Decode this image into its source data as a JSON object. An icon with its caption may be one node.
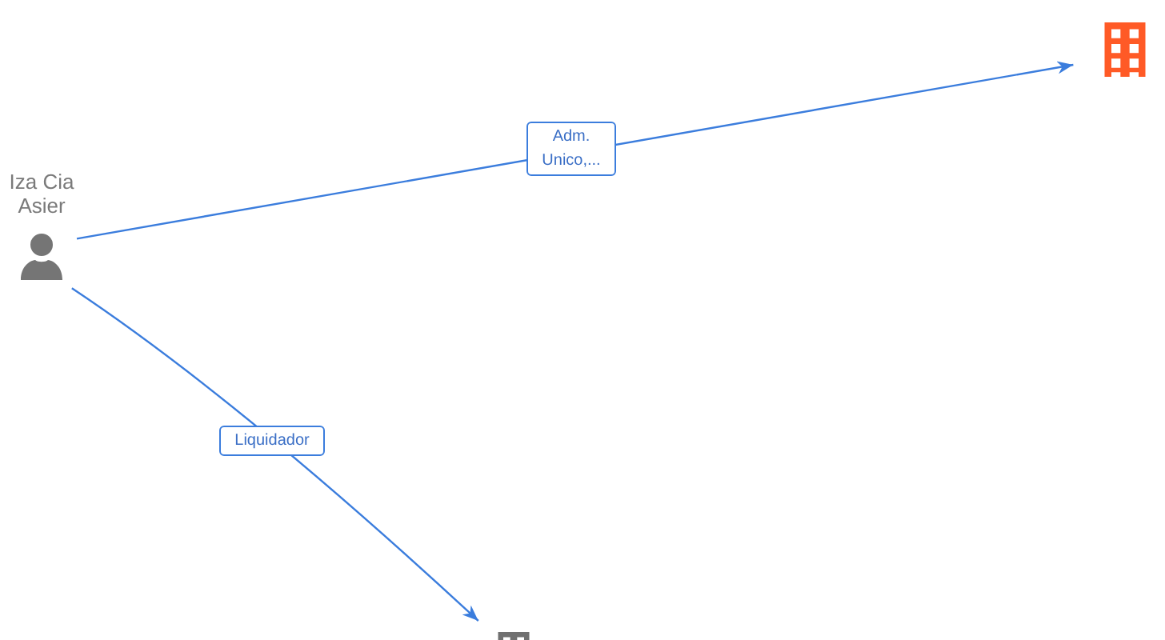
{
  "diagram": {
    "nodes": [
      {
        "text": [
          "Iza Cia Asier"
        ]
      },
      {
        "text": [],
        "shape": "building"
      },
      {
        "text": [],
        "shape": "building"
      }
    ],
    "edges": [
      {
        "from": 0,
        "to": 1,
        "arrow": "to",
        "label": "Adm. Unico,..."
      },
      {
        "from": 0,
        "to": 2,
        "arrow": "to",
        "label": "Liquidador"
      }
    ]
  }
}
